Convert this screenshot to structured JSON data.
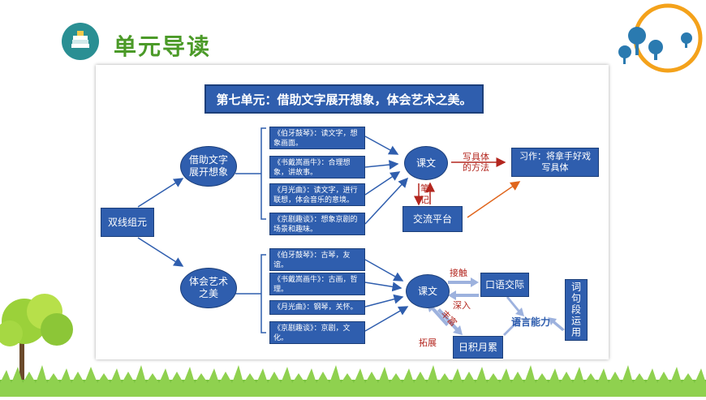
{
  "header": {
    "title": "单元导读",
    "icon": "books-icon"
  },
  "decor": {
    "accent": "#4b9a28",
    "box_color": "#2f5eae",
    "arrow_color": "#2f5eae",
    "orange": "#f4a21b"
  },
  "diagram": {
    "banner": "第七单元：借助文字展开想象，体会艺术之美。",
    "root": "双线组元",
    "branch_top": "借助文字展开想象",
    "branch_bottom": "体会艺术之美",
    "top_items": [
      "《伯牙鼓琴》：读文字，想象画面。",
      "《书戴嵩画牛》：合理想象，讲故事。",
      "《月光曲》：读文字，进行联想，体会音乐的意境。",
      "《京剧趣谈》：想象京剧的场景和趣味。"
    ],
    "bottom_items": [
      "《伯牙鼓琴》：古琴，友谊。",
      "《书戴嵩画牛》：古画，哲理。",
      "《月光曲》：钢琴，关怀。",
      "《京剧趣谈》：京剧，文化。"
    ],
    "kewen_top": "课文",
    "kewen_bottom": "课文",
    "label_write_method": "写具体的方法",
    "xizuo": "习作：将拿手好戏写具体",
    "label_notes": "笔记",
    "jiaoliu": "交流平台",
    "label_contact": "接触",
    "label_deep": "深入",
    "kouyu": "口语交际",
    "yuyan": "语言能力",
    "ciju": "词句段运用",
    "label_rich": "丰富",
    "label_expand": "拓展",
    "riji": "日积月累"
  }
}
